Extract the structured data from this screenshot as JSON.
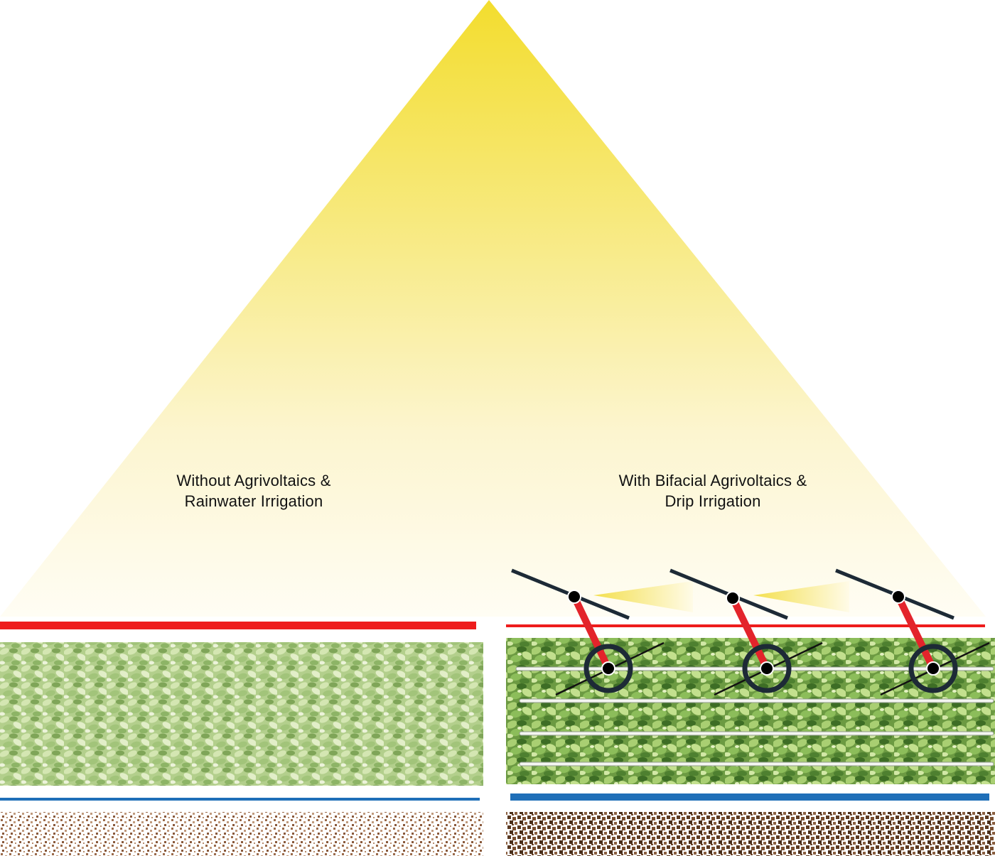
{
  "diagram": {
    "panels": [
      {
        "id": "without",
        "title_line1": "Without Agrivoltaics &",
        "title_line2": "Rainwater Irrigation",
        "panels_count": 0,
        "drip_lines": 0
      },
      {
        "id": "with",
        "title_line1": "With Bifacial Agrivoltaics &",
        "title_line2": "Drip Irrigation",
        "panels_count": 3,
        "drip_lines": 4
      }
    ],
    "colors": {
      "sun_top": "#f3df3a",
      "sun_bottom": "#fffdf2",
      "light_line": "#ee1c1c",
      "water_line": "#1f6fb8",
      "crop_dark": "#3f7a2a",
      "crop_light": "#b9d98a",
      "soil": "#6b4226",
      "panel": "#1d2a36",
      "mount": "#e3242b"
    }
  }
}
